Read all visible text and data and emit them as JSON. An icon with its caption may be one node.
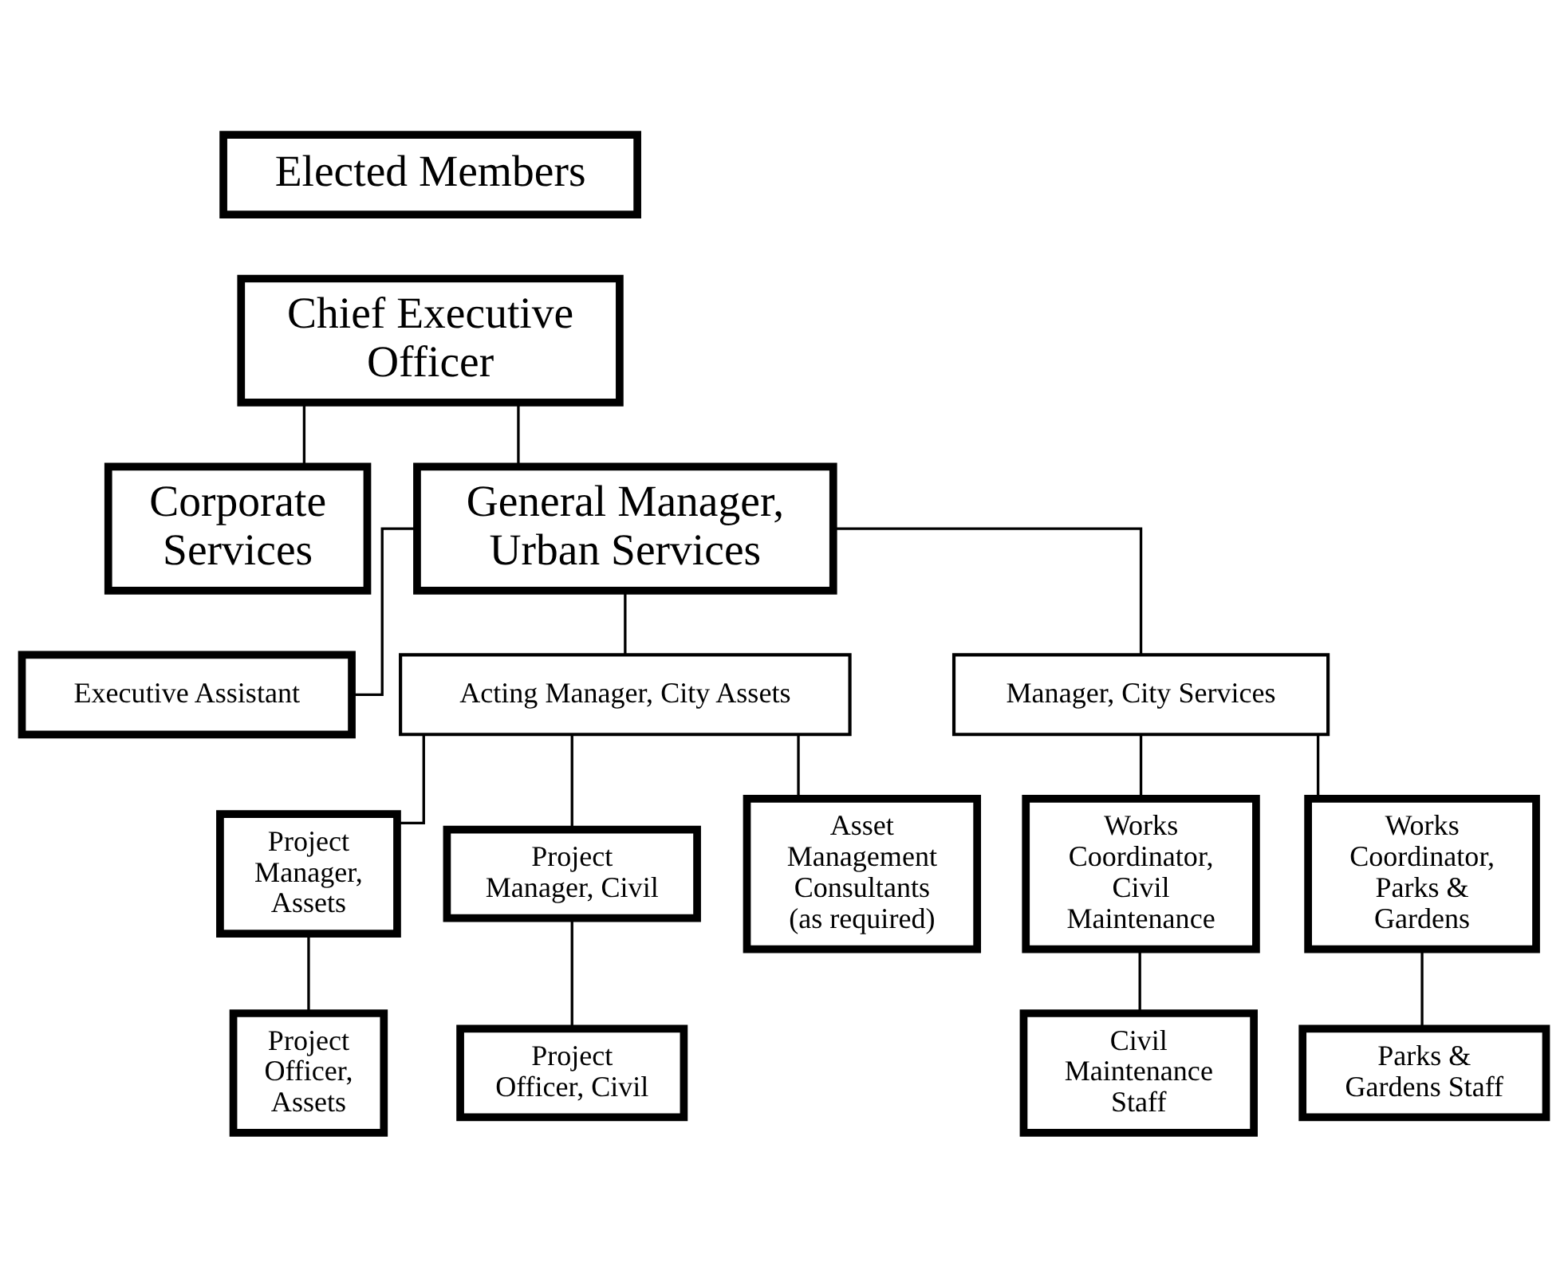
{
  "diagram": {
    "nodes": [
      {
        "text": [
          "Elected Members"
        ]
      },
      {
        "text": [
          "Chief Executive Officer"
        ]
      },
      {
        "text": [
          "Corporate Services"
        ]
      },
      {
        "text": [
          "General Manager, Urban Services"
        ]
      },
      {
        "text": [
          "Executive Assistant"
        ]
      },
      {
        "text": [
          "Acting Manager, City Assets"
        ]
      },
      {
        "text": [
          "Manager, City Services"
        ]
      },
      {
        "text": [
          "Project Manager, Assets"
        ]
      },
      {
        "text": [
          "Project Manager, Civil"
        ]
      },
      {
        "text": [
          "Asset Management Consultants (as required)"
        ]
      },
      {
        "text": [
          "Works Coordinator, Civil Maintenance"
        ]
      },
      {
        "text": [
          "Works Coordinator, Parks & Gardens"
        ]
      },
      {
        "text": [
          "Project Officer, Assets"
        ]
      },
      {
        "text": [
          "Project Officer, Civil"
        ]
      },
      {
        "text": [
          "Civil Maintenance Staff"
        ]
      },
      {
        "text": [
          "Parks & Gardens Staff"
        ]
      }
    ],
    "edges": [
      {
        "from": 1,
        "to": 2,
        "arrow": "none"
      },
      {
        "from": 1,
        "to": 3,
        "arrow": "none"
      },
      {
        "from": 3,
        "to": 4,
        "arrow": "none"
      },
      {
        "from": 3,
        "to": 5,
        "arrow": "none"
      },
      {
        "from": 3,
        "to": 6,
        "arrow": "none"
      },
      {
        "from": 5,
        "to": 7,
        "arrow": "none"
      },
      {
        "from": 5,
        "to": 8,
        "arrow": "none"
      },
      {
        "from": 5,
        "to": 9,
        "arrow": "none"
      },
      {
        "from": 6,
        "to": 10,
        "arrow": "none"
      },
      {
        "from": 6,
        "to": 11,
        "arrow": "none"
      },
      {
        "from": 7,
        "to": 12,
        "arrow": "none"
      },
      {
        "from": 8,
        "to": 13,
        "arrow": "none"
      },
      {
        "from": 10,
        "to": 14,
        "arrow": "none"
      },
      {
        "from": 11,
        "to": 15,
        "arrow": "none"
      }
    ]
  }
}
